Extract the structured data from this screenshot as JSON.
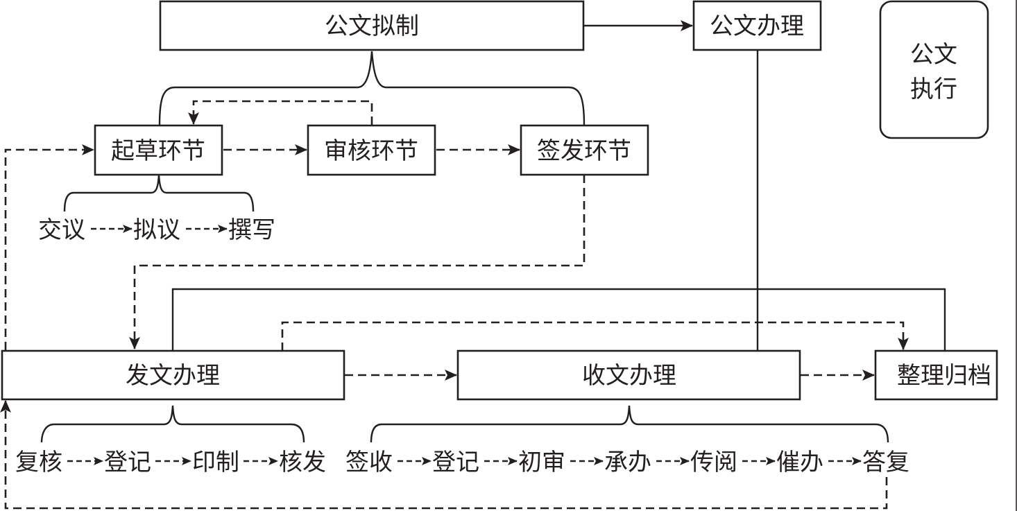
{
  "nodes": {
    "drafting": "公文拟制",
    "handling": "公文办理",
    "execution_line1": "公文",
    "execution_line2": "执行",
    "draft_stage": "起草环节",
    "review_stage": "审核环节",
    "sign_stage": "签发环节",
    "outgoing": "发文办理",
    "incoming": "收文办理",
    "archive": "整理归档"
  },
  "draft_steps": [
    "交议",
    "拟议",
    "撰写"
  ],
  "outgoing_steps": [
    "复核",
    "登记",
    "印制",
    "核发"
  ],
  "incoming_steps": [
    "签收",
    "登记",
    "初审",
    "承办",
    "传阅",
    "催办",
    "答复"
  ],
  "colors": {
    "ink": "#231f20",
    "background": "#ffffff"
  }
}
